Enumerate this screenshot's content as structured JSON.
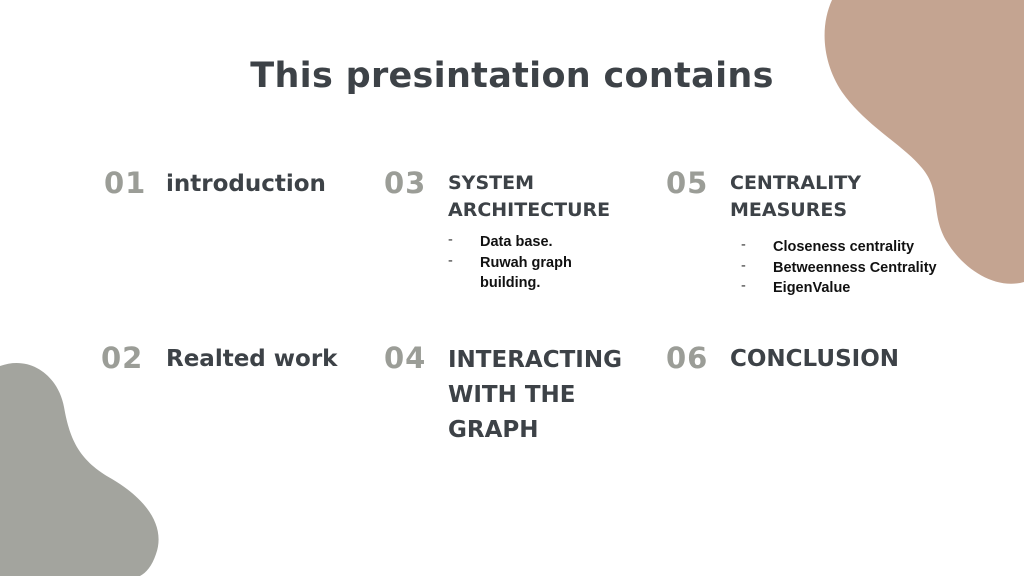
{
  "title": "This presintation contains",
  "colors": {
    "blob_top_right": "#c4a491",
    "blob_bottom_left": "#a3a49e",
    "number": "#9b9d97",
    "heading": "#3d4247"
  },
  "sections": [
    {
      "number": "01",
      "heading": "introduction",
      "items": []
    },
    {
      "number": "02",
      "heading": "Realted work",
      "items": []
    },
    {
      "number": "03",
      "heading": "SYSTEM ARCHITECTURE",
      "items": [
        "Data base.",
        "Ruwah graph building."
      ]
    },
    {
      "number": "04",
      "heading": "INTERACTING WITH THE GRAPH",
      "items": []
    },
    {
      "number": "05",
      "heading": "CENTRALITY MEASURES",
      "items": [
        "Closeness centrality",
        "Betweenness Centrality",
        "EigenValue"
      ]
    },
    {
      "number": "06",
      "heading": "CONCLUSION",
      "items": []
    }
  ],
  "bullet_marker": "-"
}
